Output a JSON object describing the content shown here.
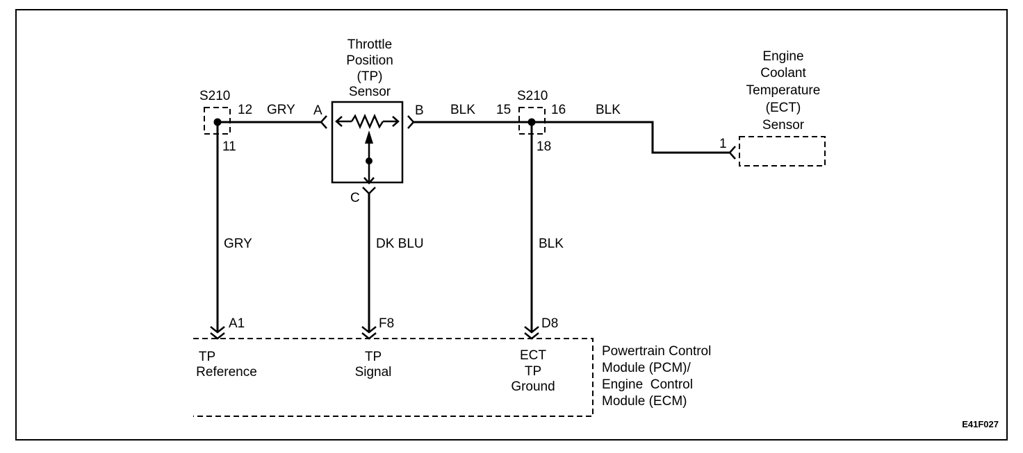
{
  "diagram_code": "E41F027",
  "tp_sensor": {
    "title_lines": [
      "Throttle",
      "Position",
      "(TP)",
      "Sensor"
    ],
    "pin_a": "A",
    "pin_b": "B",
    "pin_c": "C"
  },
  "ect_sensor": {
    "title_lines": [
      "Engine",
      "Coolant",
      "Temperature",
      "(ECT)",
      "Sensor"
    ],
    "pin": "1"
  },
  "splices": [
    {
      "name": "S210",
      "pins": [
        "12",
        "11"
      ]
    },
    {
      "name": "S210",
      "pins": [
        "15",
        "16",
        "18"
      ]
    }
  ],
  "wires": {
    "ref_top": "GRY",
    "ref_vertical": "GRY",
    "signal_vertical": "DK BLU",
    "ground_mid": "BLK",
    "ground_right": "BLK",
    "ground_vertical": "BLK"
  },
  "pcm": {
    "title_lines": [
      "Powertrain Control",
      "Module (PCM)/",
      "Engine  Control",
      "Module (ECM)"
    ],
    "terminals": [
      {
        "pin": "A1",
        "label_lines": [
          "TP",
          "Reference"
        ]
      },
      {
        "pin": "F8",
        "label_lines": [
          "TP",
          "Signal"
        ]
      },
      {
        "pin": "D8",
        "label_lines": [
          "ECT",
          "TP",
          "Ground"
        ]
      }
    ]
  }
}
